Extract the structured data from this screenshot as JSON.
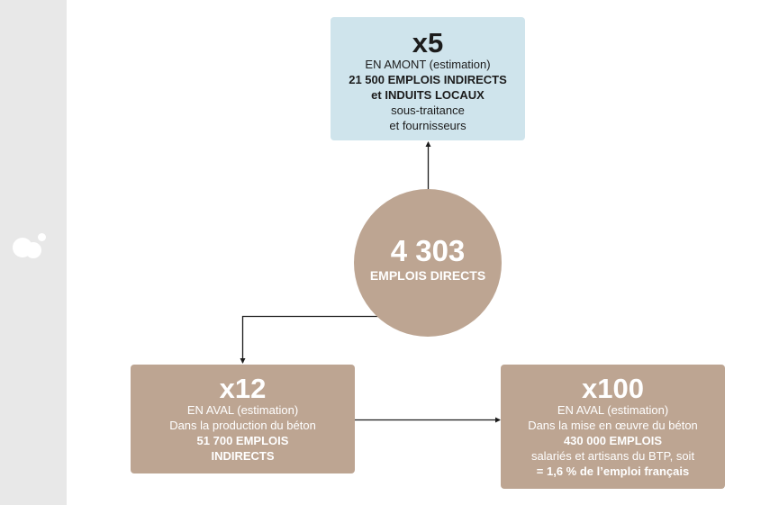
{
  "diagram": {
    "center": {
      "value": "4 303",
      "label": "EMPLOIS DIRECTS",
      "color": "#bda592"
    },
    "upstream": {
      "multiplier": "x5",
      "line1": "EN AMONT (estimation)",
      "line2": "21 500 EMPLOIS INDIRECTS",
      "line3": "et INDUITS LOCAUX",
      "line4": "sous-traitance",
      "line5": "et fournisseurs",
      "color": "#cfe4ec"
    },
    "downstream_production": {
      "multiplier": "x12",
      "line1": "EN AVAL (estimation)",
      "line2": "Dans la production du béton",
      "line3": "51 700 EMPLOIS",
      "line4": "INDIRECTS",
      "color": "#bda592"
    },
    "downstream_implementation": {
      "multiplier": "x100",
      "line1": "EN AVAL (estimation)",
      "line2": "Dans la mise en œuvre du béton",
      "line3": "430 000 EMPLOIS",
      "line4": "salariés et artisans du BTP, soit",
      "line5": "= 1,6 % de l’emploi français",
      "color": "#bda592"
    }
  },
  "sidebar": {
    "logo_icon": "bubbles-logo-icon",
    "background": "#e8e8e8"
  }
}
